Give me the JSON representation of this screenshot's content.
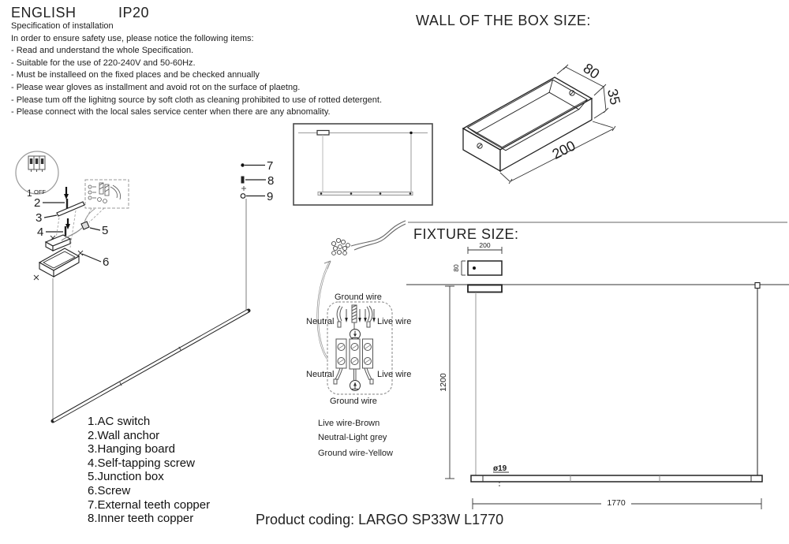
{
  "header": {
    "language": "ENGLISH",
    "ip_rating": "IP20"
  },
  "spec": {
    "title": "Specification of installation",
    "intro": "In order to ensure safety use, please notice the following items:",
    "items": [
      "- Read and understand the whole Specification.",
      "- Suitable for the use of 220-240V and 50-60Hz.",
      "- Must be installeed on the fixed places and be checked annually",
      "- Please wear gloves as installment and avoid rot on the surface of plaetng.",
      "- Please tum off the lighitng source by soft cloth as cleaning prohibited to use of rotted detergent.",
      "- Please connect with the local sales service center when there are any abnomality."
    ]
  },
  "wall_box": {
    "title": "WALL OF THE BOX SIZE:",
    "dims": {
      "width": "80",
      "depth": "35",
      "length": "200"
    }
  },
  "install": {
    "switch": {
      "number": "1",
      "state": "OFF"
    },
    "callouts": {
      "c2": "2",
      "c3": "3",
      "c4": "4",
      "c5": "5",
      "c6": "6",
      "c7": "7",
      "c8": "8",
      "c9": "9"
    }
  },
  "wiring": {
    "labels": {
      "ground_top": "Ground wire",
      "neutral_top": "Neutral",
      "live_top": "Live wire",
      "neutral_bottom": "Neutral",
      "live_bottom": "Live wire",
      "ground_bottom": "Ground wire"
    },
    "colors": [
      "Live wire-Brown",
      "Neutral-Light grey",
      "Ground wire-Yellow"
    ]
  },
  "fixture": {
    "title": "FIXTURE SIZE:",
    "dims": {
      "canopy_length": "200",
      "canopy_width": "80",
      "suspension_height": "1200",
      "bar_length": "1770",
      "tube_diameter": "ø19"
    }
  },
  "parts": {
    "items": [
      "1.AC switch",
      "2.Wall anchor",
      "3.Hanging board",
      "4.Self-tapping screw",
      "5.Junction box",
      "6.Screw",
      "7.External teeth copper",
      "8.Inner teeth copper"
    ]
  },
  "footer": {
    "product_coding": "Product coding: LARGO SP33W L1770"
  }
}
